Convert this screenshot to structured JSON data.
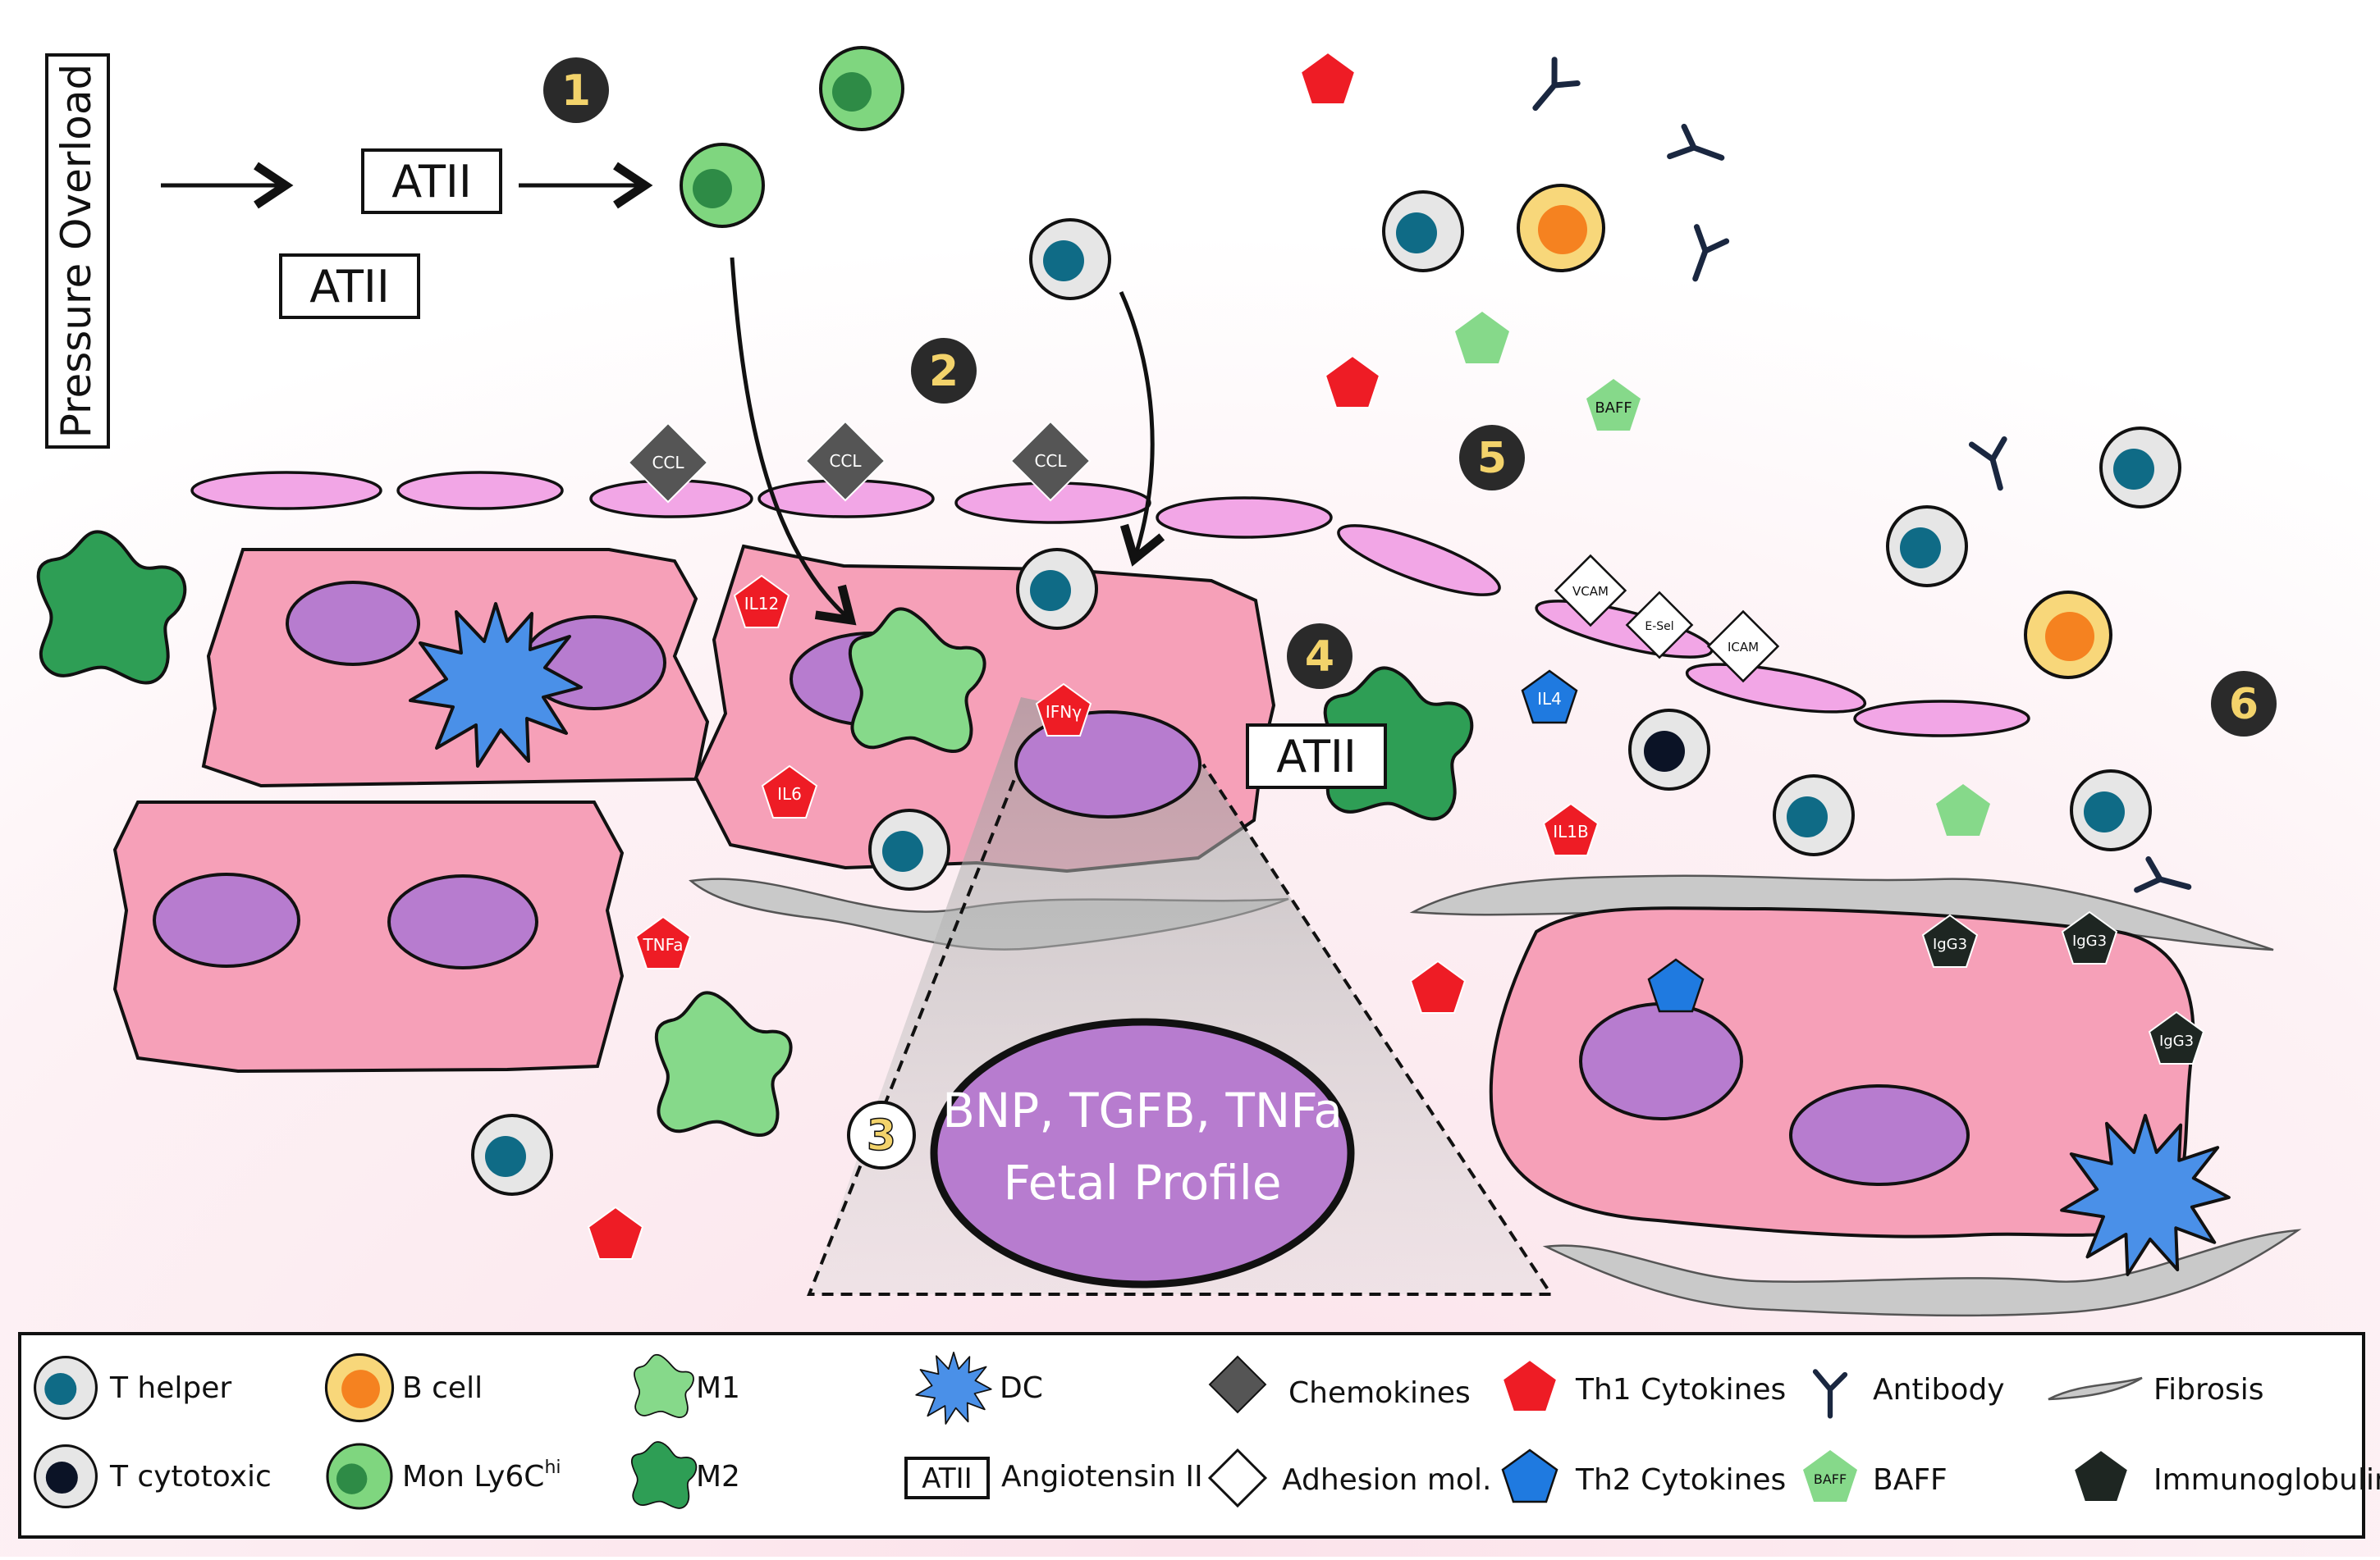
{
  "pressure_label": "Pressure Overload",
  "atii": "ATII",
  "steps": [
    "1",
    "2",
    "3",
    "4",
    "5",
    "6"
  ],
  "chemokine": "CCL",
  "adhesion": [
    "VCAM",
    "E-Sel",
    "ICAM"
  ],
  "cytokines": {
    "il12": "IL12",
    "ifny": "IFNγ",
    "il6": "IL6",
    "tnfa": "TNFa",
    "il4": "IL4",
    "il1b": "IL1B"
  },
  "baff": "BAFF",
  "igg3": "IgG3",
  "fetal": {
    "line1": "BNP, TGFB, TNFa",
    "line2": "Fetal Profile"
  },
  "colors": {
    "cardiomyocyte": "#f6a0b8",
    "nucleus": "#b77ccf",
    "endothelium": "#f2a6e6",
    "t_helper": "#0f6b86",
    "b_cell": "#f58220",
    "monocyte": "#7fd67f",
    "m1": "#86d98a",
    "m2": "#2e9e55",
    "dc": "#4a90e8",
    "th1": "#ee1c25",
    "th2": "#1f7ae0",
    "antibody": "#1a2740",
    "step_circle": "#2a2a2a",
    "step_number": "#f3d36b"
  },
  "legend": {
    "t_helper": "T helper",
    "t_cytotoxic": "T cytotoxic",
    "b_cell": "B cell",
    "mon_prefix": "Mon Ly6C",
    "mon_sup": "hi",
    "m1": "M1",
    "m2": "M2",
    "dc": "DC",
    "atii_box": "ATII",
    "angiotensin": "Angiotensin II",
    "chemokines": "Chemokines",
    "adhesion": "Adhesion mol.",
    "th1": "Th1 Cytokines",
    "th2": "Th2 Cytokines",
    "baff_chip": "BAFF",
    "baff": "BAFF",
    "antibody": "Antibody",
    "immunoglobulin": "Immunoglobulin",
    "fibrosis": "Fibrosis"
  }
}
